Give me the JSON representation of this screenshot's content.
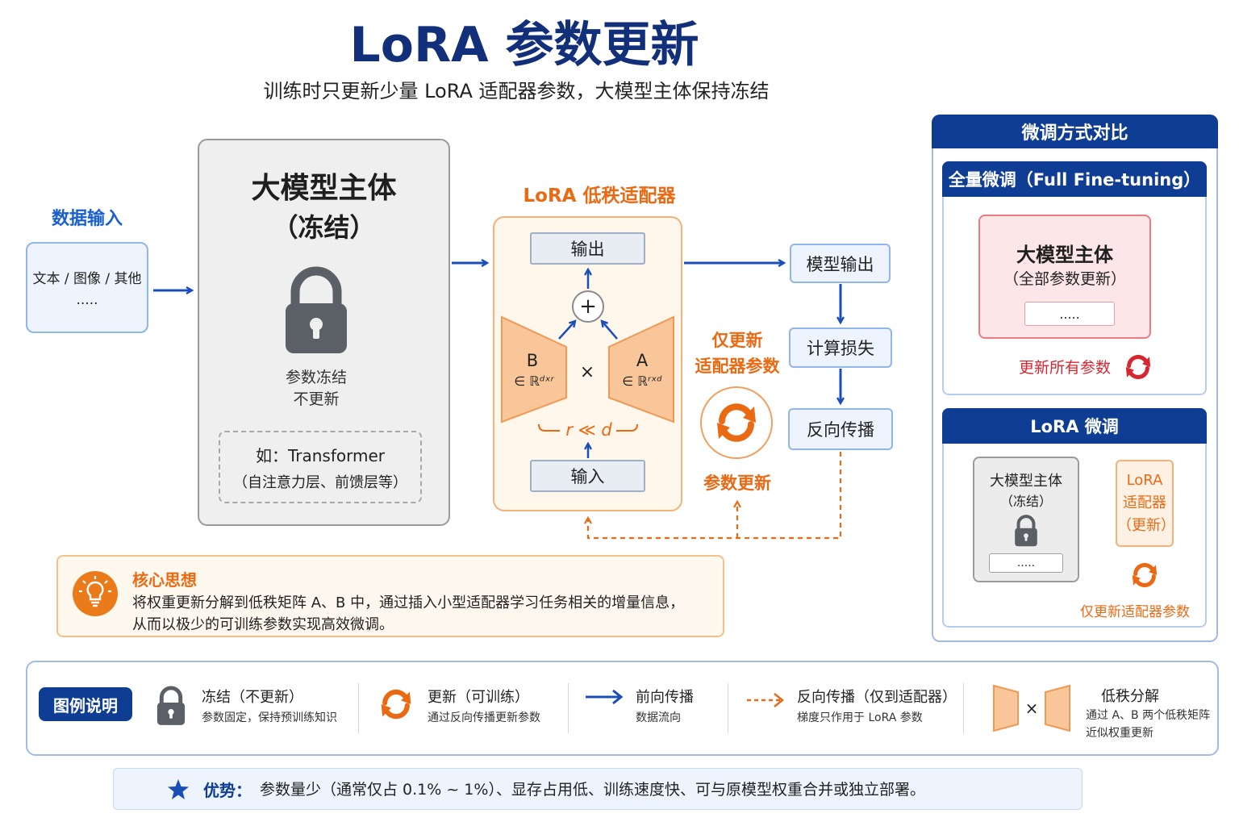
{
  "header": {
    "title": "LoRA 参数更新",
    "subtitle": "训练时只更新少量 LoRA 适配器参数，大模型主体保持冻结"
  },
  "data_input": {
    "title": "数据输入",
    "text": "文本 / 图像 / 其他",
    "dots": "....."
  },
  "frozen_model": {
    "title": "大模型主体",
    "subtitle": "（冻结）",
    "note_line1": "参数冻结",
    "note_line2": "不更新",
    "example_line1": "如：Transformer",
    "example_line2": "（自注意力层、前馈层等）"
  },
  "lora_adapter": {
    "title": "LoRA 低秩适配器",
    "output_label": "输出",
    "input_label": "输入",
    "plus": "+",
    "times": "×",
    "matrix_b": {
      "label": "B",
      "dim": "∈ ℝᵈˣʳ"
    },
    "matrix_a": {
      "label": "A",
      "dim": "∈ ℝʳˣᵈ"
    },
    "rank_note": "r ≪ d"
  },
  "flow": {
    "model_output": "模型输出",
    "compute_loss": "计算损失",
    "backprop": "反向传播",
    "only_update_line1": "仅更新",
    "only_update_line2": "适配器参数",
    "param_update": "参数更新"
  },
  "core_idea": {
    "title": "核心思想",
    "line1": "将权重更新分解到低秩矩阵 A、B 中，通过插入小型适配器学习任务相关的增量信息，",
    "line2": "从而以极少的可训练参数实现高效微调。"
  },
  "comparison": {
    "header": "微调方式对比",
    "full": {
      "header": "全量微调（Full Fine-tuning）",
      "model_title": "大模型主体",
      "model_sub": "（全部参数更新）",
      "inner": ".....",
      "update_all": "更新所有参数"
    },
    "lora": {
      "header": "LoRA 微调",
      "model_title": "大模型主体",
      "model_sub": "（冻结）",
      "inner": ".....",
      "adapter_line1": "LoRA",
      "adapter_line2": "适配器",
      "adapter_line3": "（更新）",
      "only_update": "仅更新适配器参数"
    }
  },
  "legend": {
    "label": "图例说明",
    "items": [
      {
        "icon": "lock-icon",
        "title": "冻结（不更新）",
        "desc": "参数固定，保持预训练知识"
      },
      {
        "icon": "refresh-icon",
        "title": "更新（可训练）",
        "desc": "通过反向传播更新参数"
      },
      {
        "icon": "arrow-right-icon",
        "title": "前向传播",
        "desc": "数据流向"
      },
      {
        "icon": "dashed-arrow-icon",
        "title": "反向传播（仅到适配器）",
        "desc": "梯度只作用于 LoRA 参数"
      },
      {
        "icon": "low-rank-icon",
        "title": "低秩分解",
        "desc": "通过 A、B 两个低秩矩阵",
        "desc2": "近似权重更新",
        "times": "×"
      }
    ]
  },
  "advantage": {
    "label": "优势：",
    "text": "参数量少（通常仅占 0.1% ~ 1%）、显存占用低、训练速度快、可与原模型权重合并或独立部署。"
  },
  "colors": {
    "navy": "#0e3d93",
    "blue_arrow": "#1a4fb8",
    "orange": "#ea6a14",
    "red": "#d82631",
    "lock_gray": "#5b5f66"
  }
}
